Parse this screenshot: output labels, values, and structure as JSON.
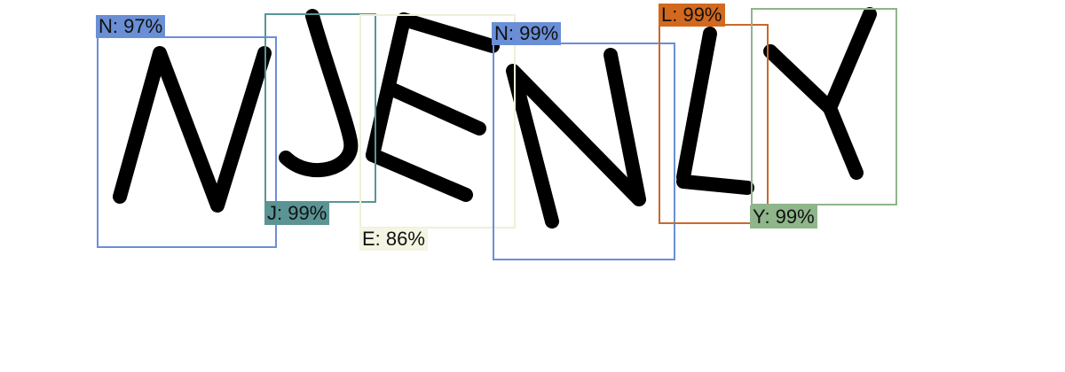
{
  "detections": [
    {
      "letter": "N",
      "label": "N: 97%",
      "confidence": 0.97,
      "box_color": "#6a8fd6",
      "label_bg": "#6a8fd6"
    },
    {
      "letter": "J",
      "label": "J: 99%",
      "confidence": 0.99,
      "box_color": "#5b9494",
      "label_bg": "#5b9494"
    },
    {
      "letter": "E",
      "label": "E: 86%",
      "confidence": 0.86,
      "box_color": "#eef0d8",
      "label_bg": "#f4f5e2"
    },
    {
      "letter": "N",
      "label": "N: 99%",
      "confidence": 0.99,
      "box_color": "#6a8fd6",
      "label_bg": "#6a8fd6"
    },
    {
      "letter": "L",
      "label": "L: 99%",
      "confidence": 0.99,
      "box_color": "#c9692b",
      "label_bg": "#d2691e"
    },
    {
      "letter": "Y",
      "label": "Y: 99%",
      "confidence": 0.99,
      "box_color": "#8fb58a",
      "label_bg": "#8fb58a"
    }
  ],
  "colors": {
    "background": "#ffffff",
    "glyph": "#000000"
  }
}
